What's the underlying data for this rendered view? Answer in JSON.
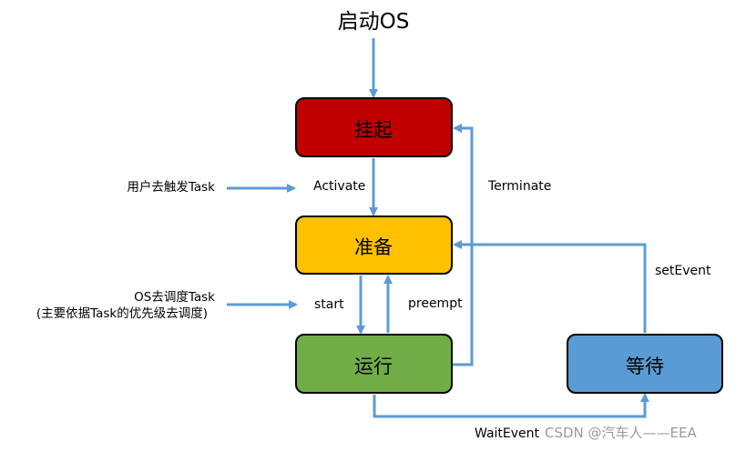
{
  "diagram": {
    "title": "启动OS",
    "states": {
      "suspended": {
        "label": "挂起",
        "color": "#C00000"
      },
      "ready": {
        "label": "准备",
        "color": "#FFC000"
      },
      "running": {
        "label": "运行",
        "color": "#70AD47"
      },
      "waiting": {
        "label": "等待",
        "color": "#5B9BD5"
      }
    },
    "transitions": {
      "activate": "Activate",
      "terminate": "Terminate",
      "start": "start",
      "preempt": "preempt",
      "set_event": "setEvent",
      "wait_event": "WaitEvent"
    },
    "triggers": {
      "user_activate": "用户去触发Task",
      "os_schedule_line1": "OS去调度Task",
      "os_schedule_line2": "(主要依据Task的优先级去调度)"
    },
    "arrow_color": "#5B9BD5"
  },
  "watermark": "CSDN @汽车人——EEA"
}
